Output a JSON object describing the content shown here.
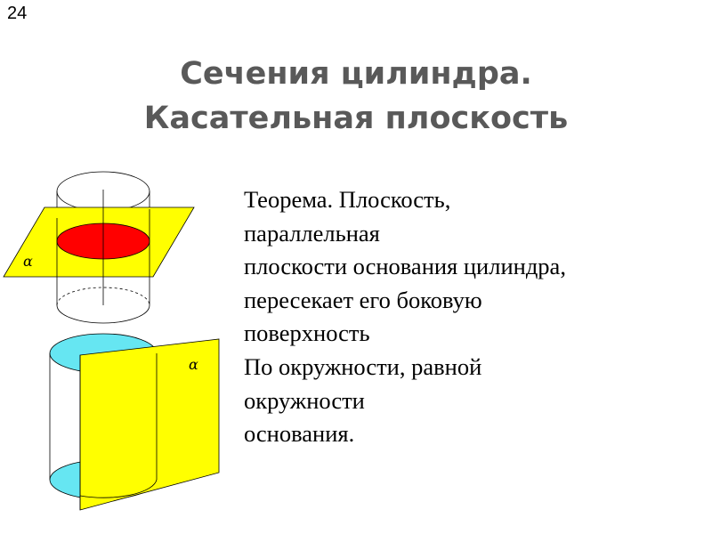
{
  "slide": {
    "number": "24",
    "title_lines": [
      "Сечения цилиндра.",
      "Касательная плоскость"
    ],
    "body_lines": [
      "Теорема. Плоскость,",
      "параллельная",
      "плоскости основания цилиндра,",
      "пересекает его боковую",
      "поверхность",
      "По окружности, равной",
      "окружности",
      "основания."
    ],
    "figure": {
      "plane_label_top": "α",
      "plane_label_bottom": "α"
    }
  },
  "colors": {
    "title": "#595959",
    "plane": "#ffff00",
    "section": "#ff0000",
    "base": "#66e6f2",
    "stroke": "#000000"
  }
}
